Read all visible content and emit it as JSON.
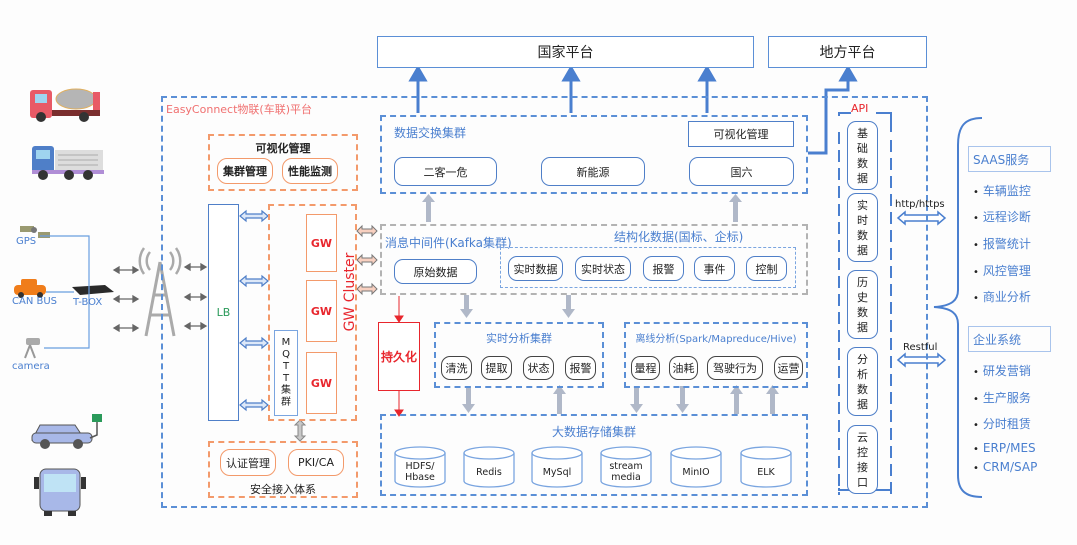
{
  "platforms": {
    "national": "国家平台",
    "local": "地方平台"
  },
  "platform_title": "EasyConnect物联(车联)平台",
  "devices": {
    "gps": "GPS",
    "canbus": "CAN BUS",
    "tbox": "T-BOX",
    "camera": "camera"
  },
  "visual_mgmt": {
    "title": "可视化管理",
    "items": [
      "集群管理",
      "性能监测"
    ]
  },
  "lb": "LB",
  "gw_cluster": {
    "title": "GW Cluster",
    "gateways": [
      "GW",
      "GW",
      "GW"
    ],
    "mqtt": [
      "M",
      "Q",
      "T",
      "T",
      "集",
      "群"
    ]
  },
  "security": {
    "title": "安全接入体系",
    "items": [
      "认证管理",
      "PKI/CA"
    ]
  },
  "data_exchange": {
    "title": "数据交换集群",
    "visual": "可视化管理",
    "items": [
      "二客一危",
      "新能源",
      "国六"
    ]
  },
  "kafka": {
    "title": "消息中间件(Kafka集群)",
    "raw": "原始数据",
    "structured_title": "结构化数据(国标、企标)",
    "structured": [
      "实时数据",
      "实时状态",
      "报警",
      "事件",
      "控制"
    ]
  },
  "persist": "持久化",
  "realtime": {
    "title": "实时分析集群",
    "items": [
      "清洗",
      "提取",
      "状态",
      "报警"
    ]
  },
  "offline": {
    "title": "离线分析(Spark/Mapreduce/Hive)",
    "items": [
      "量程",
      "油耗",
      "驾驶行为",
      "运营"
    ]
  },
  "storage": {
    "title": "大数据存储集群",
    "items": [
      [
        "HDFS/",
        "Hbase"
      ],
      [
        "Redis"
      ],
      [
        "MySql"
      ],
      [
        "stream",
        "media"
      ],
      [
        "MinIO"
      ],
      [
        "ELK"
      ]
    ]
  },
  "api": {
    "title": "API",
    "items": [
      [
        "基",
        "础",
        "数",
        "据"
      ],
      [
        "实",
        "时",
        "数",
        "据"
      ],
      [
        "历",
        "史",
        "数",
        "据"
      ],
      [
        "分",
        "析",
        "数",
        "据"
      ],
      [
        "云",
        "控",
        "接",
        "口"
      ]
    ]
  },
  "protocols": {
    "http": "http/https",
    "rest": "Restful"
  },
  "saas": {
    "title": "SAAS服务",
    "items": [
      "车辆监控",
      "远程诊断",
      "报警统计",
      "风控管理",
      "商业分析"
    ]
  },
  "enterprise": {
    "title": "企业系统",
    "items": [
      "研发营销",
      "生产服务",
      "分时租赁",
      "ERP/MES",
      "CRM/SAP"
    ]
  },
  "colors": {
    "blue": "#4a7fcf",
    "orange": "#f39a6b",
    "red": "#e8262d",
    "gray": "#b3b3b3"
  }
}
